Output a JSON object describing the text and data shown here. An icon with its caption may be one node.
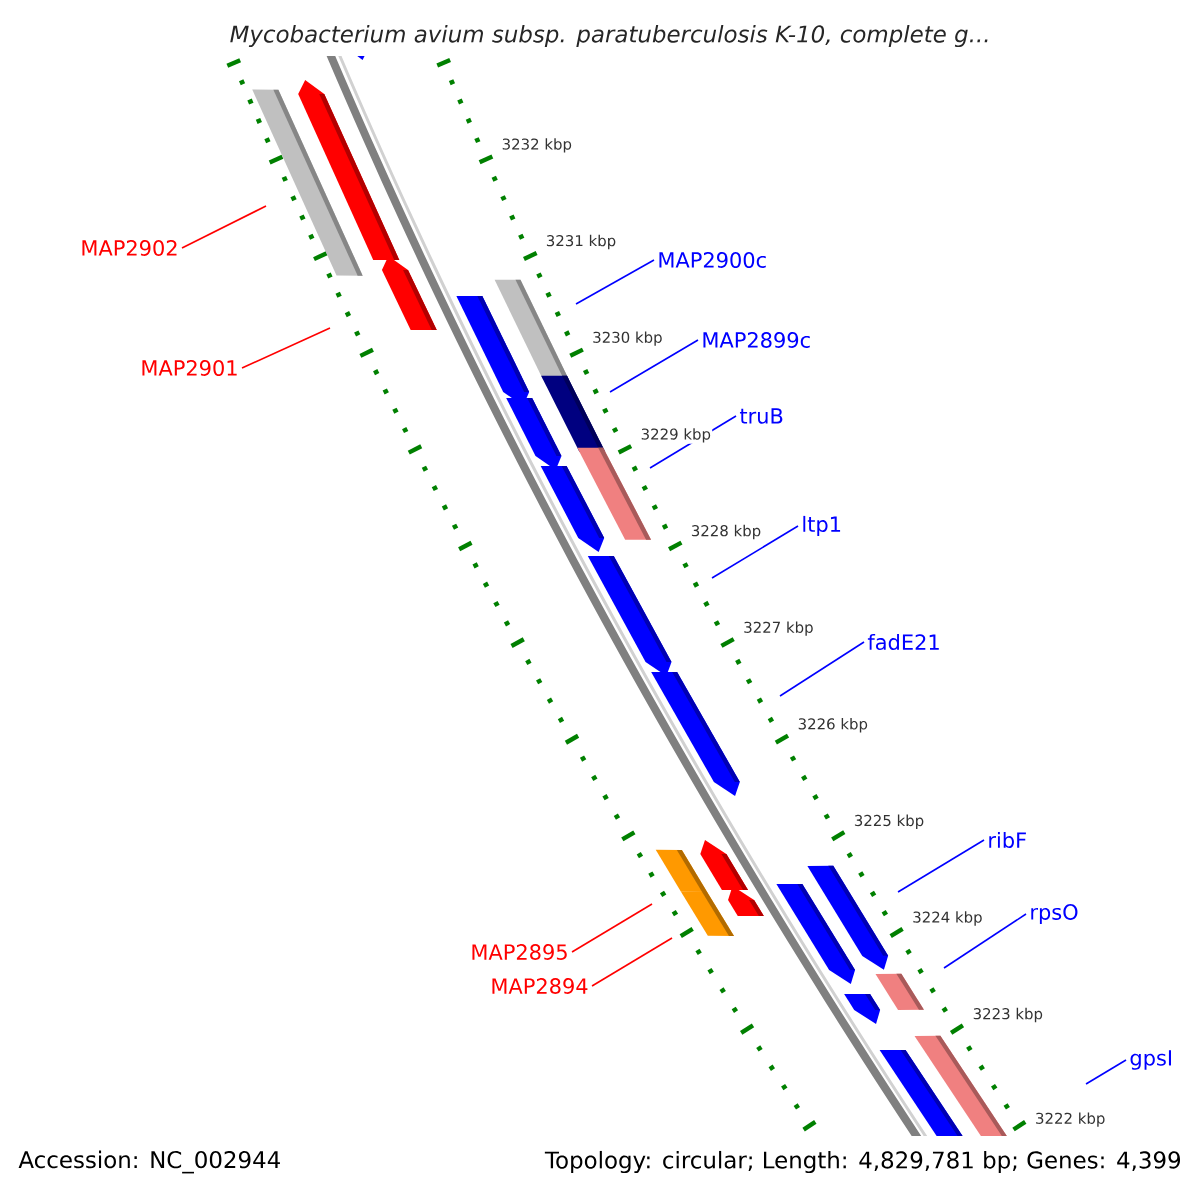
{
  "diagram": {
    "title": "Mycobacterium avium subsp. paratuberculosis K-10, complete g...",
    "nodes": [
      {
        "text": [
          "MAP2902"
        ]
      },
      {
        "text": [
          "MAP2900c"
        ]
      },
      {
        "text": [
          "MAP2899c"
        ]
      },
      {
        "text": [
          "MAP2901"
        ]
      },
      {
        "text": [
          "truB"
        ]
      },
      {
        "text": [
          "ltp1"
        ]
      },
      {
        "text": [
          "fadE21"
        ]
      },
      {
        "text": [
          "ribF"
        ]
      },
      {
        "text": [
          "rpsO"
        ]
      },
      {
        "text": [
          "MAP2895"
        ]
      },
      {
        "text": [
          "MAP2894"
        ]
      },
      {
        "text": [
          "gpsI"
        ]
      }
    ],
    "edges": [
      {
        "from": 0,
        "to": null,
        "arrow": "none",
        "color": "#ff0000"
      },
      {
        "from": 1,
        "to": null,
        "arrow": "none"
      },
      {
        "from": 2,
        "to": null,
        "arrow": "none"
      },
      {
        "from": 3,
        "to": null,
        "arrow": "none",
        "color": "#ff0000"
      },
      {
        "from": 4,
        "to": null,
        "arrow": "none"
      },
      {
        "from": 5,
        "to": null,
        "arrow": "none"
      },
      {
        "from": 6,
        "to": null,
        "arrow": "none"
      },
      {
        "from": 7,
        "to": null,
        "arrow": "none"
      },
      {
        "from": 8,
        "to": null,
        "arrow": "none"
      },
      {
        "from": 9,
        "to": null,
        "arrow": "none",
        "color": "#ff0000"
      },
      {
        "from": 10,
        "to": null,
        "arrow": "none",
        "color": "#ff0000"
      },
      {
        "from": 11,
        "to": null,
        "arrow": "none"
      }
    ],
    "labels": [
      "3232 kbp",
      "3231 kbp",
      "3230 kbp",
      "3229 kbp",
      "3228 kbp",
      "3227 kbp",
      "3226 kbp",
      "3225 kbp",
      "3224 kbp",
      "3223 kbp",
      "3222 kbp",
      "Accession: NC_002944",
      "Topology: circular; Length: 4,829,781 bp; Genes: 4,399"
    ]
  }
}
